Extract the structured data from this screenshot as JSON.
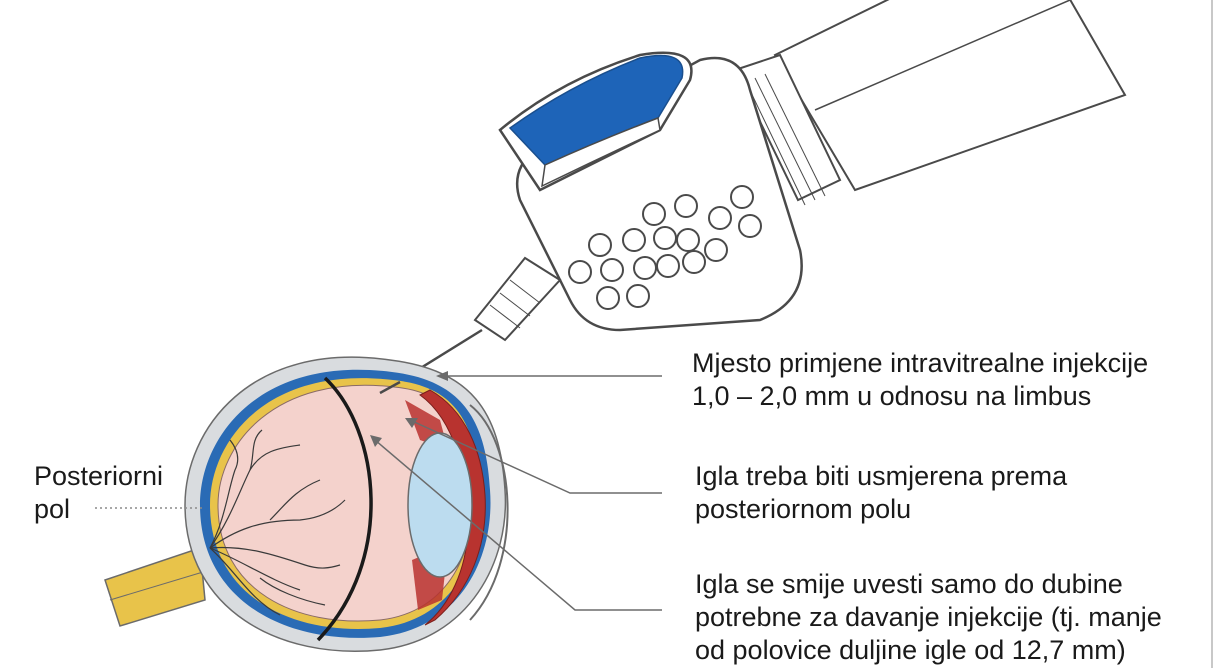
{
  "labels": {
    "injection_site": {
      "line1": "Mjesto primjene intravitrealne injekcije",
      "line2": "1,0 – 2,0 mm u odnosu na limbus"
    },
    "direction": {
      "line1": "Igla treba biti usmjerena prema",
      "line2": "posteriornom polu"
    },
    "depth": {
      "line1": "Igla se smije uvesti samo do dubine",
      "line2": "potrebne za davanje injekcije (tj. manje",
      "line3": "od polovice duljine igle od 12,7 mm)"
    },
    "posterior_pole": {
      "line1": "Posteriorni",
      "line2": "pol"
    }
  },
  "colors": {
    "sclera_blue": "#2a6bb5",
    "retina_yellow": "#e8c34a",
    "vitreous_pink": "#f4d2cc",
    "lens_blue": "#bcdcef",
    "ciliary_red": "#b8332f",
    "grip_blue": "#1e64b8",
    "leader_gray": "#6b6b6b"
  }
}
